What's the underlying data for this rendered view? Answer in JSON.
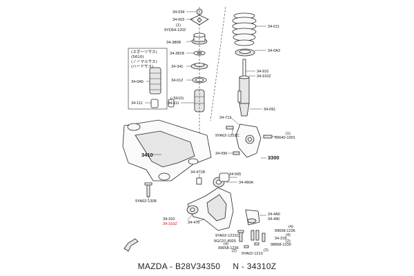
{
  "caption": {
    "text": "MAZDA - B28V34350",
    "code": "N - 34310Z"
  },
  "labels": {
    "l34034": "34-034",
    "l34003": "34-003",
    "l1": "(1)",
    "l9YD": "9YD64-1202",
    "l34380B": "34-380B",
    "l34381B": "34-381B",
    "l34341": "34-341",
    "l34012": "34-012",
    "l34011": "34-011",
    "l340A3": "34-0A3",
    "l34910": "34-910",
    "l34910Z": "34-910Z",
    "l340A5": "34-0A5",
    "l34111a": "34-111",
    "l34111b": "34-111",
    "lnote": "(-'5610)",
    "l34091": "34-091",
    "l34713": "34-713",
    "l9YA02a": "9YA02-1231C",
    "l99640": "99640-1001",
    "l34096": "34-096",
    "l3410": "3410",
    "l3300": "3300",
    "l34471B": "34-471B",
    "l34565": "34-565",
    "l34460A": "34-460A",
    "l9YA02b": "9YA02-1308",
    "l34310": "34-310",
    "l34310Z": "34-310Z",
    "l34470": "34-470",
    "l344A0": "34-4A0",
    "l34490": "34-490",
    "l99658": "99658-1236",
    "l9YA02c": "9YA02-1231C",
    "l34318": "34-318",
    "l98868": "98868-1230",
    "l9GC07": "9GC07-8025",
    "l99658b": "99658-1236",
    "l9YA02d": "9YA02-1213",
    "l2": "(2)",
    "l4": "(4)",
    "l4b": "(4)",
    "l4c": "(4)",
    "l2b": "(2)",
    "l1b": "(1)",
    "l2c": "(2)"
  },
  "jp_note": [
    "(スポーツサス)",
    "(5610)",
    "(ノーマルサス)",
    "(ハードサス)"
  ]
}
